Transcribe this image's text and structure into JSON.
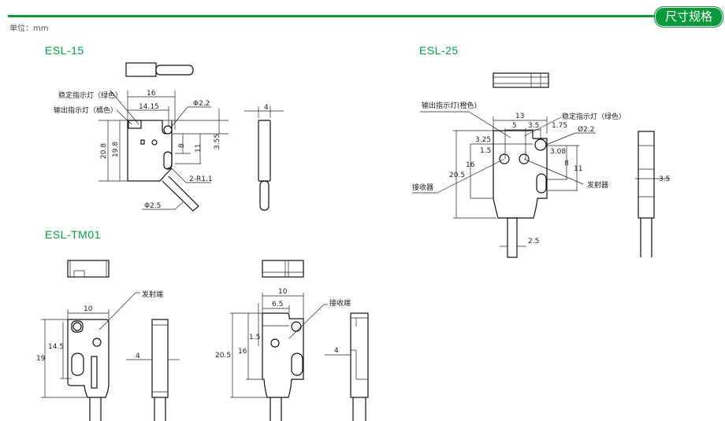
{
  "header": {
    "section_title": "尺寸规格",
    "unit_label": "单位：mm",
    "accent_color": "#0a9a3c"
  },
  "esl15": {
    "model": "ESL-15",
    "labels": {
      "stable_led": "稳定指示灯（绿色）",
      "output_led": "输出指示灯（橘色）",
      "hole": "Φ2.2",
      "radius": "2-R1.1",
      "cable": "Φ2.5"
    },
    "dims": {
      "width": "16",
      "led_offset": "14.15",
      "height": "20.8",
      "height2": "19.8",
      "d8": "8",
      "d11": "11",
      "d355": "3.55",
      "thickness": "4"
    }
  },
  "esl25": {
    "model": "ESL-25",
    "labels": {
      "output_led": "输出指示灯(橙色)",
      "stable_led": "稳定指示灯（绿色）",
      "hole": "Ø2.2",
      "emitter": "发射器",
      "receiver": "接收器"
    },
    "dims": {
      "width": "13",
      "d5": "5",
      "d35": "3.5",
      "d175": "1.75",
      "d325": "3.25",
      "d15": "1.5",
      "d308": "3.08",
      "d8": "8",
      "d11": "11",
      "height": "20.5",
      "d16": "16",
      "cable": "2.5",
      "thickness": "3.5"
    }
  },
  "tm01": {
    "model": "ESL-TM01",
    "emitter": {
      "label": "发射端",
      "width": "10",
      "height": "19",
      "d145": "14.5",
      "thickness": "4"
    },
    "receiver": {
      "label": "接收端",
      "width": "10",
      "d65": "6.5",
      "d15": "1.5",
      "height": "20.5",
      "d16": "16",
      "thickness": "4"
    }
  }
}
